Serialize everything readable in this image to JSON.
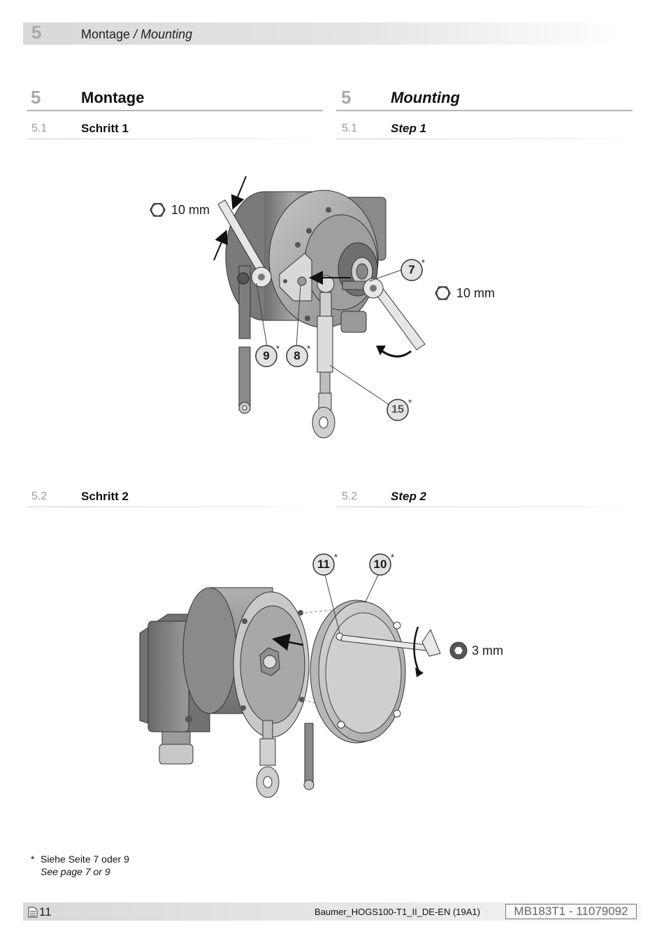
{
  "header": {
    "number": "5",
    "title_de": "Montage",
    "title_sep": " / ",
    "title_en": "Mounting"
  },
  "section_de": {
    "number": "5",
    "title": "Montage"
  },
  "section_en": {
    "number": "5",
    "title": "Mounting"
  },
  "step1": {
    "de": {
      "number": "5.1",
      "title": "Schritt 1"
    },
    "en": {
      "number": "5.1",
      "title": "Step 1"
    },
    "wrench_size_left": "10 mm",
    "wrench_size_right": "10 mm",
    "callouts": [
      "7",
      "9",
      "8",
      "15"
    ],
    "asterisk": "*"
  },
  "step2": {
    "de": {
      "number": "5.2",
      "title": "Schritt 2"
    },
    "en": {
      "number": "5.2",
      "title": "Step 2"
    },
    "key_size": "3 mm",
    "callouts": [
      "11",
      "10"
    ],
    "asterisk": "*"
  },
  "footnote": {
    "mark": "*",
    "de": "Siehe Seite 7 oder 9",
    "en": "See page 7 or 9"
  },
  "footer": {
    "page_icon": "document-icon",
    "page": "11",
    "doc": "Baumer_HOGS100-T1_II_DE-EN  (19A1)",
    "code": "MB183T1 - 11079092"
  }
}
